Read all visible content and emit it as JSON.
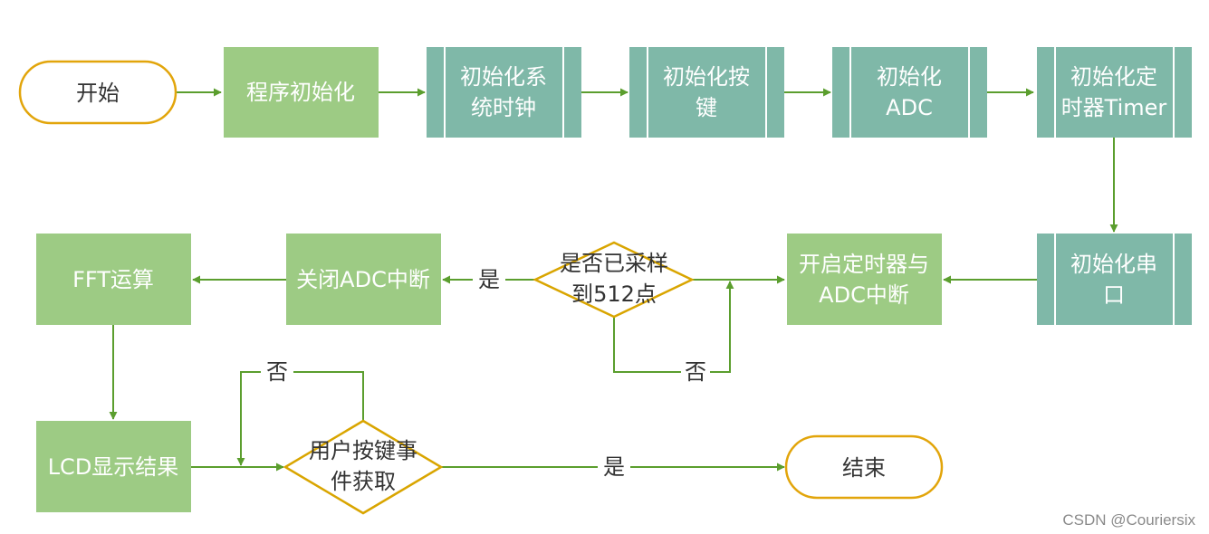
{
  "diagram": {
    "colors": {
      "terminal_border": "#E2A50B",
      "decision_border": "#D9A500",
      "process_green": "#9DCB84",
      "subprocess_teal": "#7FB8A8",
      "subprocess_line": "#FFFFFF",
      "arrow": "#5B9E2E",
      "text_dark": "#333333",
      "text_light": "#FFFFFF",
      "background": "#FFFFFF"
    },
    "nodes": {
      "start": {
        "lines": [
          "开始"
        ]
      },
      "init_program": {
        "lines": [
          "程序初始化"
        ]
      },
      "init_clock": {
        "lines": [
          "初始化系",
          "统时钟"
        ]
      },
      "init_key": {
        "lines": [
          "初始化按",
          "键"
        ]
      },
      "init_adc": {
        "lines": [
          "初始化",
          "ADC"
        ]
      },
      "init_timer": {
        "lines": [
          "初始化定",
          "时器Timer"
        ]
      },
      "init_uart": {
        "lines": [
          "初始化串",
          "口"
        ]
      },
      "start_timer_adc": {
        "lines": [
          "开启定时器与",
          "ADC中断"
        ]
      },
      "check_samples": {
        "lines": [
          "是否已采样",
          "到512点"
        ]
      },
      "close_adc": {
        "lines": [
          "关闭ADC中断"
        ]
      },
      "fft": {
        "lines": [
          "FFT运算"
        ]
      },
      "lcd_display": {
        "lines": [
          "LCD显示结果"
        ]
      },
      "key_event": {
        "lines": [
          "用户按键事",
          "件获取"
        ]
      },
      "end": {
        "lines": [
          "结束"
        ]
      }
    },
    "edge_labels": {
      "samples_yes": "是",
      "samples_no": "否",
      "key_no": "否",
      "key_yes": "是"
    }
  },
  "watermark": "CSDN @Couriersix"
}
